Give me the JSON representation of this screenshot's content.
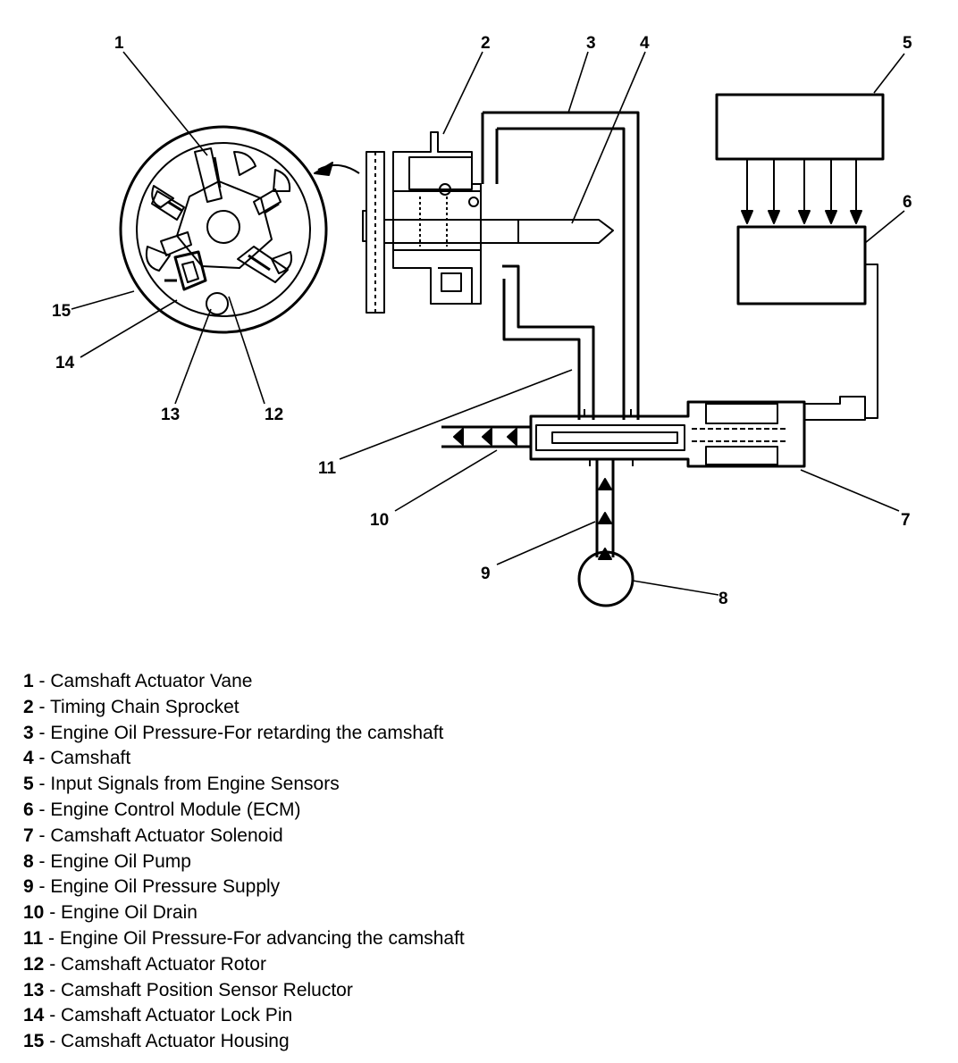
{
  "diagram": {
    "callouts": {
      "c1": "1",
      "c2": "2",
      "c3": "3",
      "c4": "4",
      "c5": "5",
      "c6": "6",
      "c7": "7",
      "c8": "8",
      "c9": "9",
      "c10": "10",
      "c11": "11",
      "c12": "12",
      "c13": "13",
      "c14": "14",
      "c15": "15"
    }
  },
  "legend": [
    {
      "num": "1",
      "sep": " - ",
      "text": "Camshaft Actuator Vane"
    },
    {
      "num": "2",
      "sep": " - ",
      "text": "Timing Chain Sprocket"
    },
    {
      "num": "3",
      "sep": " - ",
      "text": "Engine Oil Pressure-For retarding the camshaft"
    },
    {
      "num": "4",
      "sep": " - ",
      "text": "Camshaft"
    },
    {
      "num": "5",
      "sep": " - ",
      "text": "Input Signals from Engine Sensors"
    },
    {
      "num": "6",
      "sep": " - ",
      "text": "Engine Control Module (ECM)"
    },
    {
      "num": "7",
      "sep": " - ",
      "text": "Camshaft Actuator Solenoid"
    },
    {
      "num": "8",
      "sep": " - ",
      "text": "Engine Oil Pump"
    },
    {
      "num": "9",
      "sep": " - ",
      "text": "Engine Oil Pressure Supply"
    },
    {
      "num": "10",
      "sep": " - ",
      "text": "Engine Oil Drain"
    },
    {
      "num": "11",
      "sep": " - ",
      "text": "Engine Oil Pressure-For advancing the camshaft"
    },
    {
      "num": "12",
      "sep": " - ",
      "text": "Camshaft Actuator Rotor"
    },
    {
      "num": "13",
      "sep": " - ",
      "text": "Camshaft Position Sensor Reluctor"
    },
    {
      "num": "14",
      "sep": " - ",
      "text": "Camshaft Actuator Lock Pin"
    },
    {
      "num": "15",
      "sep": " - ",
      "text": "Camshaft Actuator Housing"
    }
  ]
}
